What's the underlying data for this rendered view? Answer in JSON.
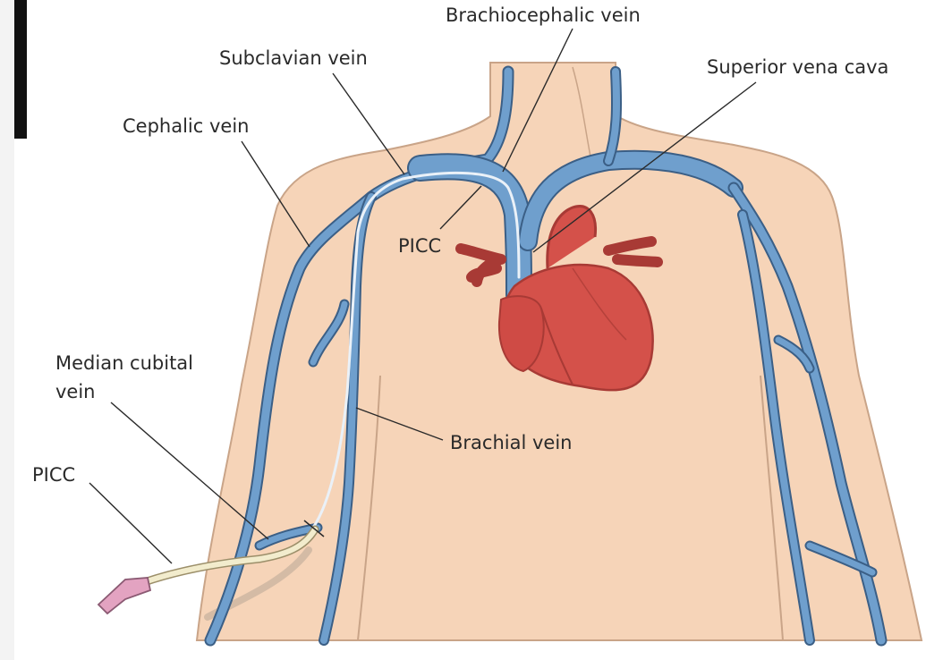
{
  "labels": {
    "brachiocephalic": "Brachiocephalic vein",
    "subclavian": "Subclavian vein",
    "superior_vena_cava": "Superior vena cava",
    "cephalic": "Cephalic vein",
    "picc_upper": "PICC",
    "median_cubital_line1": "Median cubital",
    "median_cubital_line2": "vein",
    "picc_lower": "PICC",
    "brachial": "Brachial vein"
  },
  "colors": {
    "skin": "#f6d4b8",
    "skin_outline": "#c9a488",
    "vein": "#6f9fcd",
    "vein_outline": "#3b5f86",
    "heart": "#d4514a",
    "heart_dark": "#a83a35",
    "catheter": "#f2eccd",
    "catheter_hub": "#e3a3c1"
  }
}
